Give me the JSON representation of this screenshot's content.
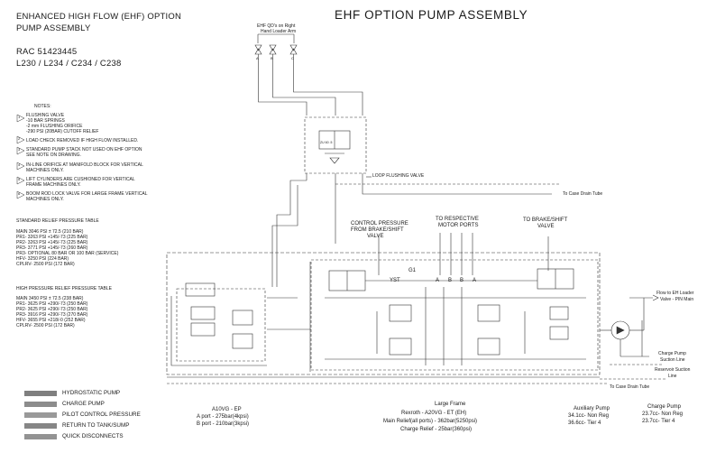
{
  "header": {
    "line1": "ENHANCED HIGH FLOW (EHF) OPTION",
    "line2": "PUMP ASSEMBLY",
    "rac": "RAC 51423445",
    "models": "L230 / L234 / C234 / C238"
  },
  "title": "EHF OPTION PUMP ASSEMBLY",
  "notes": {
    "heading": "NOTES:",
    "items": [
      {
        "num": "1",
        "lines": [
          "FLUSHING VALVE",
          "-10 BAR SPRINGS",
          "-2 mm FLUSHING ORIFICE",
          "-290 PSI (20BAR) CUTOFF RELIEF"
        ]
      },
      {
        "num": "2",
        "lines": [
          "LOAD CHECK REMOVED IF HIGH FLOW INSTALLED."
        ]
      },
      {
        "num": "3",
        "lines": [
          "STANDARD PUMP STACK NOT USED ON EHF OPTION",
          "SEE NOTE ON DRAWING."
        ]
      },
      {
        "num": "4",
        "lines": [
          "IN-LINE ORIFICE AT MANIFOLD BLOCK FOR VERTICAL",
          "MACHINES ONLY."
        ]
      },
      {
        "num": "5",
        "lines": [
          "LIFT CYLINDERS ARE CUSHIONED FOR VERTICAL",
          "FRAME MACHINES ONLY."
        ]
      },
      {
        "num": "6",
        "lines": [
          "BOOM ROD LOCK VALVE FOR LARGE FRAME VERTICAL",
          "MACHINES ONLY."
        ]
      }
    ]
  },
  "standard_table": {
    "heading": "STANDARD RELIEF PRESSURE TABLE",
    "rows": [
      "MAIN 3046 PSI ± 72.5   (210 BAR)",
      "PR1-   3263 PSI +145/-73 (225 BAR)",
      "PR2-   3263 PSI +145/-73 (225 BAR)",
      "PR3-   3771 PSI +145/-73 (260 BAR)",
      "PR3- OPTIONAL 80 BAR OR 100 BAR (SERVICE)",
      "HFV-   3250 PSI (224 BAR)",
      "CPLRV- 2500 PSI (172 BAR)"
    ]
  },
  "high_table": {
    "heading": "HIGH PRESSURE RELIEF PRESSURE TABLE",
    "rows": [
      "MAIN 3450 PSI ± 72.5  (238 BAR)",
      "PR1-   3625 PSI +290/-73 (250 BAR)",
      "PR2-   3625 PSI +290/-73 (250 BAR)",
      "PR3-   3916 PSI +290/-73 (270 BAR)",
      "HFV-   3655 PSI +218/-0 (252 BAR)",
      "CPLRV- 2500 PSI (172 BAR)"
    ]
  },
  "legend": [
    {
      "label": "HYDROSTATIC PUMP",
      "color": "#7f7f7f"
    },
    {
      "label": "CHARGE PUMP",
      "color": "#8c8c8c"
    },
    {
      "label": "PILOT CONTROL PRESSURE",
      "color": "#999999"
    },
    {
      "label": "RETURN TO TANK/SUMP",
      "color": "#868686"
    },
    {
      "label": "QUICK DISCONNECTS",
      "color": "#939393"
    }
  ],
  "labels": {
    "qd_right": "EHF QD's on Right",
    "qd_right2": "Hand Loader Arm",
    "loop_flush": "LOOP FLUSHING VALVE",
    "case_drain_top": "To Case Drain Tube",
    "control_pressure": "CONTROL PRESSURE",
    "control_pressure2": "FROM BRAKE/SHIFT",
    "control_pressure3": "VALVE",
    "respective": "TO RESPECTIVE",
    "respective2": "MOTOR PORTS",
    "brake_shift": "TO BRAKE/SHIFT",
    "brake_shift2": "VALVE",
    "g1": "G1",
    "yst": "YST",
    "port_a1": "A",
    "port_b1": "B",
    "port_b2": "B",
    "port_a2": "A",
    "flow_eh": "Flow to EH Loader",
    "flow_eh2": "Valve - PIN Main",
    "charge_suction": "Charge Pump",
    "charge_suction2": "Suction Line",
    "reservoir": "Reservoir Suction",
    "reservoir2": "Line",
    "case_drain_bottom": "To Case Drain Tube",
    "a10vg": "A10VG - EP",
    "a_port": "A port - 275bar(4kpsi)",
    "b_port": "B port - 210bar(3kpsi)",
    "large_frame": "Large Frame",
    "rexroth": "Rexroth - A20VG - ET (EH)",
    "main_relief": "Main Relief(all ports) - 362bar(5250psi)",
    "charge_relief": "Charge Relief - 25bar(360psi)",
    "aux_pump": "Auxiliary Pump",
    "aux_1": "34.1cc- Non Reg",
    "aux_2": "36.6cc- Tier 4",
    "charge_pump": "Charge Pump",
    "charge_1": "23.7cc- Non Reg",
    "charge_2": "23.7cc- Tier 4",
    "flush_code": "ZU 60 .5",
    "port_a_top": "A",
    "port_b_top": "B",
    "port_c_top": "C"
  }
}
